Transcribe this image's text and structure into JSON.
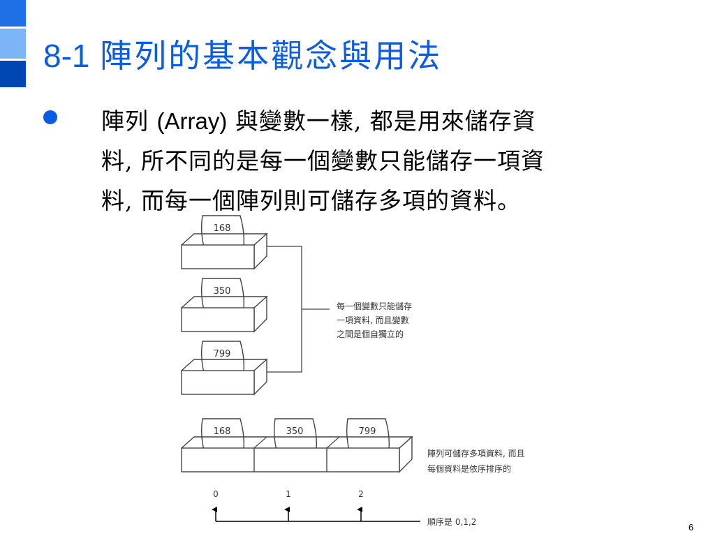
{
  "slide": {
    "title_number": "8-1",
    "title_text": "陣列的基本觀念與用法",
    "body": {
      "line1_a": "陣列 ",
      "line1_b": "(Array)",
      "line1_c": " 與變數一樣, 都是用來儲存資",
      "line2": "料, 所不同的是每一個變數只能儲存一項資",
      "line3": "料, 而每一個陣列則可儲存多項的資料。"
    },
    "page_number": "6"
  },
  "figure": {
    "variables": [
      "168",
      "350",
      "799"
    ],
    "array_values": [
      "168",
      "350",
      "799"
    ],
    "indices": [
      "0",
      "1",
      "2"
    ],
    "var_caption": [
      "每一個變數只能儲存",
      "一項資料, 而且變數",
      "之間是個自獨立的"
    ],
    "array_caption": [
      "陣列可儲存多項資料, 而且",
      "每個資料是依序排序的"
    ],
    "order_label": "順序是 0,1,2"
  },
  "colors": {
    "title": "#0A5CE0",
    "deco_top": "#1F6FE6",
    "deco_mid": "#7DB4F5",
    "deco_bottom": "#0047B3"
  }
}
